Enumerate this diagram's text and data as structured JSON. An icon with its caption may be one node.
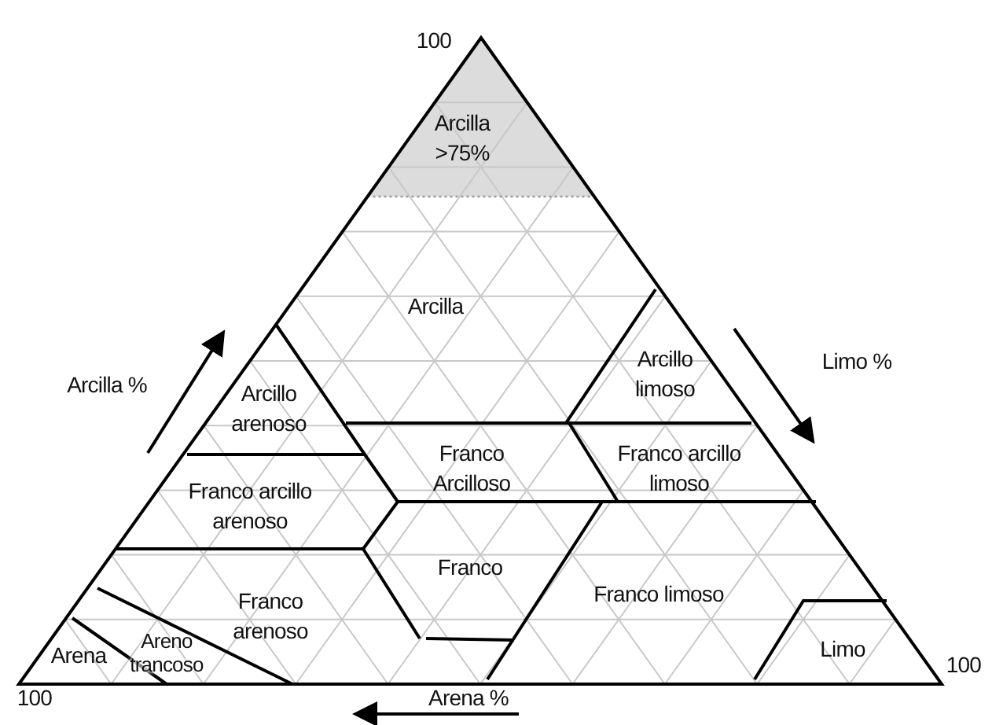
{
  "diagram": {
    "labels": [
      "100",
      "Arcilla >75%",
      "Arcilla",
      "Arcilla %",
      "Limo %",
      "Arcillo arenoso",
      "Arcillo limoso",
      "Franco Arcilloso",
      "Franco arcillo limoso",
      "Franco arcillo arenoso",
      "Franco",
      "Franco limoso",
      "Franco arenoso",
      "Arena",
      "Areno trancoso",
      "Limo",
      "100",
      "100",
      "Arena %"
    ]
  }
}
